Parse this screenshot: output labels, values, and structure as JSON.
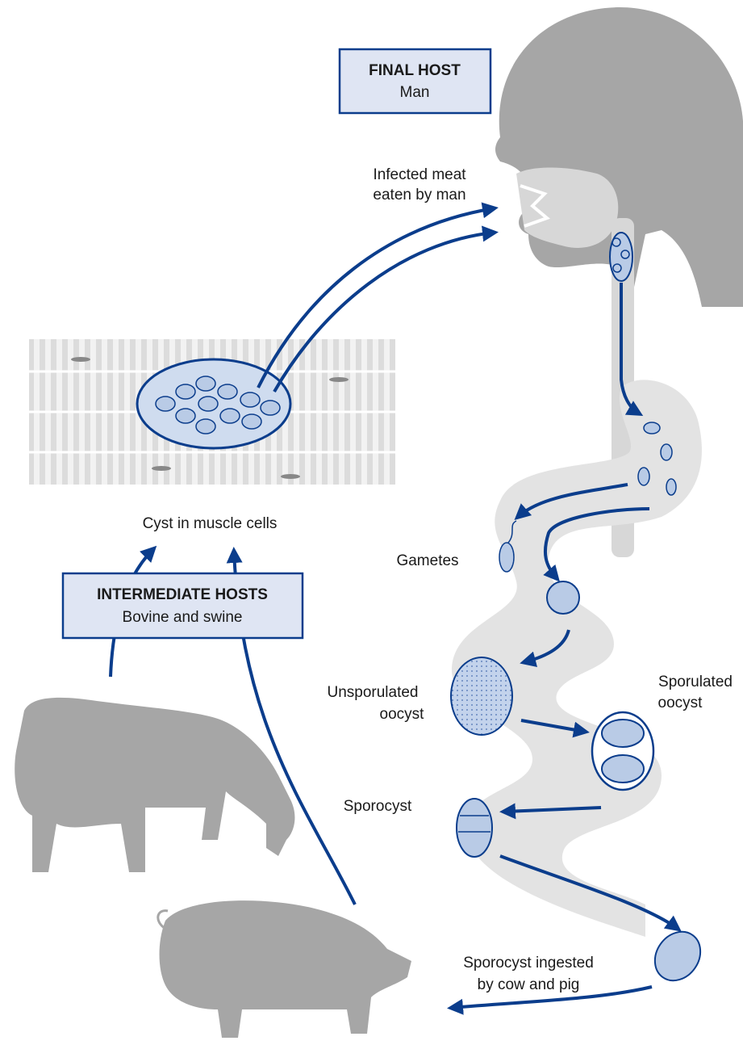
{
  "final_host": {
    "title": "FINAL HOST",
    "subtitle": "Man"
  },
  "intermediate_hosts": {
    "title": "INTERMEDIATE HOSTS",
    "subtitle": "Bovine and swine"
  },
  "labels": {
    "infected_meat_1": "Infected meat",
    "infected_meat_2": "eaten by man",
    "cyst_in_muscle": "Cyst in muscle cells",
    "gametes": "Gametes",
    "unsporulated_1": "Unsporulated",
    "unsporulated_2": "oocyst",
    "sporulated_1": "Sporulated",
    "sporulated_2": "oocyst",
    "sporocyst": "Sporocyst",
    "ingested_1": "Sporocyst ingested",
    "ingested_2": "by cow and pig"
  },
  "colors": {
    "arrow": "#0b3d8c",
    "silhouette": "#a6a6a6",
    "intestine": "#e3e3e3",
    "cell_fill": "#b9cbe6",
    "box_fill": "#dfe5f3"
  }
}
